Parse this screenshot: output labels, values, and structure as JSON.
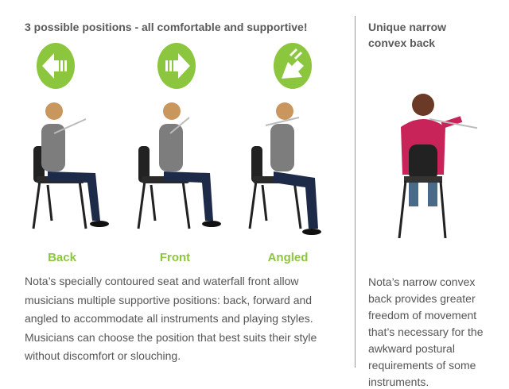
{
  "left": {
    "heading": "3 possible positions - all comfortable and supportive!",
    "positions": [
      {
        "label": "Back",
        "icon": "arrow-left-icon"
      },
      {
        "label": "Front",
        "icon": "arrow-right-icon"
      },
      {
        "label": "Angled",
        "icon": "arrow-down-left-icon"
      }
    ],
    "description": "Nota’s specially contoured seat and waterfall front allow musicians multiple supportive positions: back, forward and angled to accommodate all instruments and playing styles. Musicians can choose the position that best suits their style without discomfort or slouching."
  },
  "right": {
    "heading_line1": "Unique narrow",
    "heading_line2": "convex back",
    "description": "Nota’s narrow convex back provides greater freedom of movement that’s necessary for the awkward postural requirements of some instruments."
  },
  "colors": {
    "accent": "#8cc63f",
    "text": "#555555"
  }
}
